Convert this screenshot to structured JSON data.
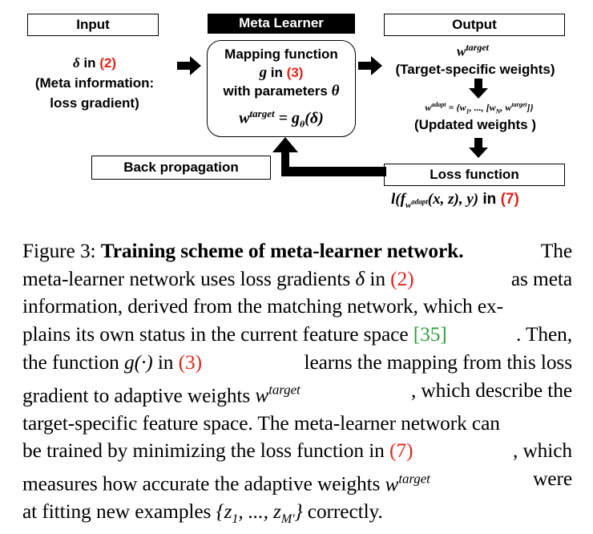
{
  "diagram": {
    "input_header": "Input",
    "meta_header": "Meta Learner",
    "output_header": "Output",
    "input_line1_sym": "δ",
    "input_line1_text": " in ",
    "input_line1_ref": "(2)",
    "input_line2": "(Meta information:",
    "input_line3": "loss gradient)",
    "mapping_line1": "Mapping function",
    "mapping_line2_sym": "g",
    "mapping_line2_text": " in ",
    "mapping_line2_ref": "(3)",
    "mapping_line3_text": "with parameters ",
    "mapping_line3_sym": "θ",
    "mapping_eq": "w^target = g_θ(δ)",
    "output_w": "w^target",
    "output_desc": "(Target-specific weights)",
    "adapt_eq": "w^adapt = {w_1, ..., [w_N, w^target]}",
    "adapt_desc": "(Updated weights )",
    "loss_header": "Loss function",
    "backprop_label": "Back propagation",
    "loss_eq": "l(f_w^adapt(x, z), y)",
    "loss_in": " in ",
    "loss_ref": "(7)"
  },
  "caption": {
    "fig_label": "Figure 3: ",
    "fig_title": "Training scheme of meta-learner network.",
    "fig_the": " The",
    "l2a": "meta-learner network uses loss gradients ",
    "l2sym": "δ",
    "l2b": " in ",
    "l2ref": "(2)",
    "l2c": " as meta",
    "l3": "information, derived from the matching network, which ex-",
    "l4a": "plains its own status in the current feature space ",
    "l4cite": "[35]",
    "l4b": ". Then,",
    "l5a": "the function ",
    "l5sym": "g(·)",
    "l5b": " in ",
    "l5ref": "(3)",
    "l5c": " learns the mapping from this loss",
    "l6a": "gradient to adaptive weights ",
    "l6sym": "w^target",
    "l6b": ", which describe the",
    "l7": "target-specific feature space. The meta-learner network can",
    "l8a": "be trained by minimizing the loss function in ",
    "l8ref": "(7)",
    "l8b": ", which",
    "l9a": "measures how accurate the adaptive weights ",
    "l9sym": "w^target",
    "l9b": " were",
    "l10a": "at fitting new examples ",
    "l10sym": "{z_1, ..., z_M′}",
    "l10b": " correctly."
  },
  "colors": {
    "ref_red": "#e0241b",
    "cite_green": "#2d9e3c"
  }
}
